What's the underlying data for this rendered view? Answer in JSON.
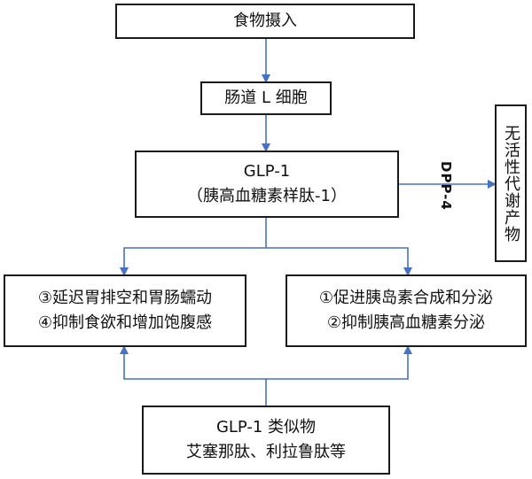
{
  "nodes": {
    "food_intake": "食物摄入",
    "l_cell": "肠道 L 细胞",
    "glp1": {
      "line1": "GLP-1",
      "line2": "（胰高血糖素样肽-1）"
    },
    "inactive": "无活性代谢产物",
    "effects_left": {
      "line1": "③延迟胃排空和胃肠蠕动",
      "line2": "④抑制食欲和增加饱腹感"
    },
    "effects_right": {
      "line1": "①促进胰岛素合成和分泌",
      "line2": "②抑制胰高血糖素分泌"
    },
    "analogs": {
      "line1": "GLP-1 类似物",
      "line2": "艾塞那肽、利拉鲁肽等"
    }
  },
  "edges": {
    "dpp4_label": "DPP-4"
  },
  "colors": {
    "arrow": "#4472c4",
    "border": "#1a1a1a"
  }
}
